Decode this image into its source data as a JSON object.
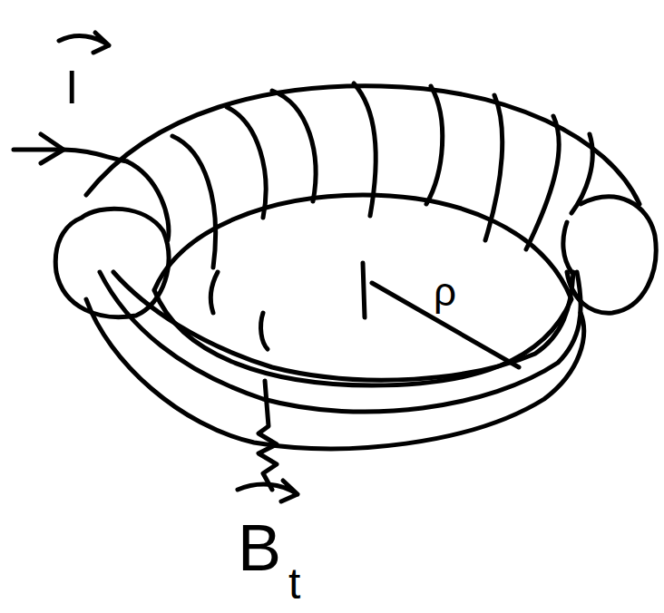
{
  "diagram": {
    "labels": [
      "I",
      "ρ",
      "B",
      "t"
    ]
  }
}
